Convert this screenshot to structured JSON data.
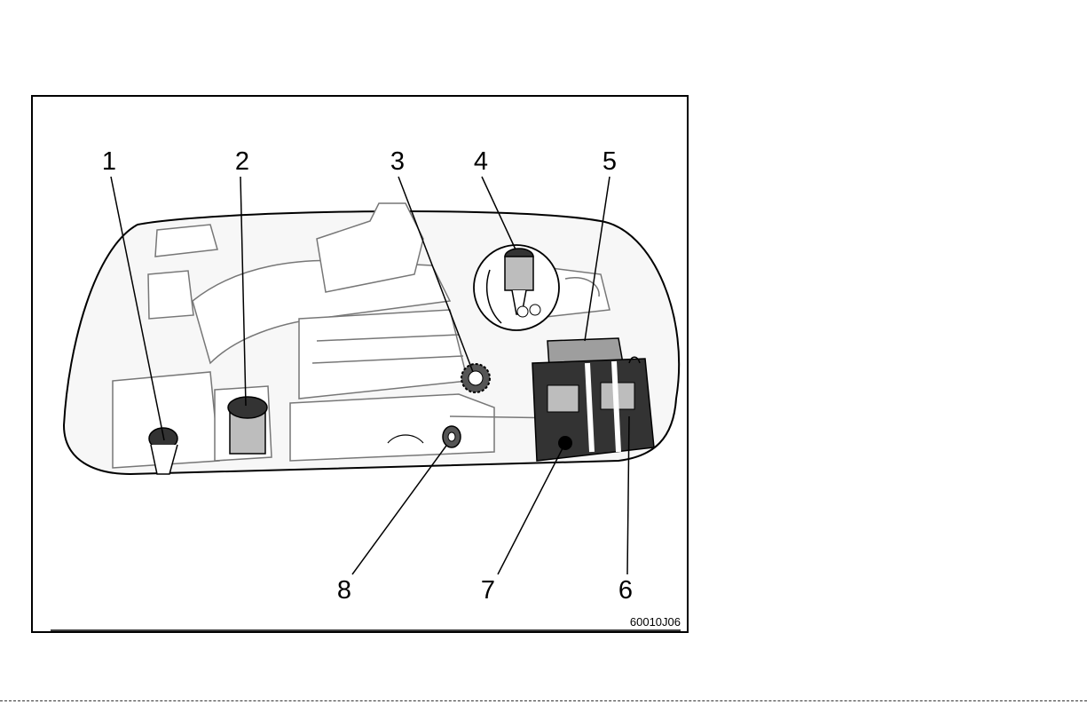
{
  "figure": {
    "code": "60010J06",
    "callouts": [
      "1",
      "2",
      "3",
      "4",
      "5",
      "6",
      "7",
      "8"
    ]
  },
  "colors": {
    "ink": "#000000",
    "paper": "#ffffff",
    "shade": "#555555",
    "grey_fill": "#bdbdbd",
    "dark_fill": "#333333"
  }
}
